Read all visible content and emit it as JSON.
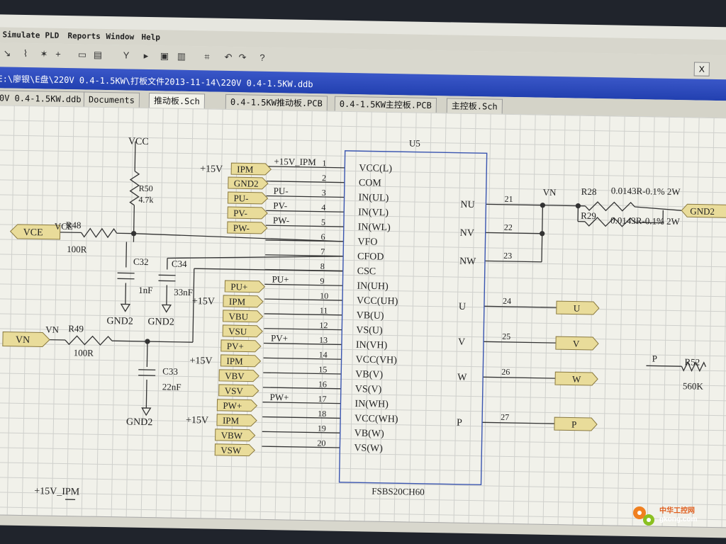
{
  "app": {
    "menu": [
      "Simulate",
      "PLD",
      "Reports",
      "Window",
      "Help"
    ],
    "title": "E:\\廖银\\E盘\\220V 0.4-1.5KW\\打板文件2013-11-14\\220V 0.4-1.5KW.ddb",
    "close": "X"
  },
  "tabs": [
    {
      "label": "0V 0.4-1.5KW.ddb",
      "active": false
    },
    {
      "label": "Documents",
      "active": false
    },
    {
      "label": "推动板.Sch",
      "active": true
    },
    {
      "label": "0.4-1.5KW推动板.PCB",
      "active": false
    },
    {
      "label": "0.4-1.5KW主控板.PCB",
      "active": false
    },
    {
      "label": "主控板.Sch",
      "active": false
    }
  ],
  "schematic": {
    "ic": {
      "ref": "U5",
      "part": "FSBS20CH60"
    },
    "left_pins": [
      {
        "num": "1",
        "name": "VCC(L)",
        "net": "+15V_IPM"
      },
      {
        "num": "2",
        "name": "COM",
        "net": ""
      },
      {
        "num": "3",
        "name": "IN(UL)",
        "net": "PU-"
      },
      {
        "num": "4",
        "name": "IN(VL)",
        "net": "PV-"
      },
      {
        "num": "5",
        "name": "IN(WL)",
        "net": "PW-"
      },
      {
        "num": "6",
        "name": "VFO",
        "net": ""
      },
      {
        "num": "7",
        "name": "CFOD",
        "net": ""
      },
      {
        "num": "8",
        "name": "CSC",
        "net": ""
      },
      {
        "num": "9",
        "name": "IN(UH)",
        "net": "PU+"
      },
      {
        "num": "10",
        "name": "VCC(UH)",
        "net": ""
      },
      {
        "num": "11",
        "name": "VB(U)",
        "net": ""
      },
      {
        "num": "12",
        "name": "VS(U)",
        "net": ""
      },
      {
        "num": "13",
        "name": "IN(VH)",
        "net": "PV+"
      },
      {
        "num": "14",
        "name": "VCC(VH)",
        "net": ""
      },
      {
        "num": "15",
        "name": "VB(V)",
        "net": ""
      },
      {
        "num": "16",
        "name": "VS(V)",
        "net": ""
      },
      {
        "num": "17",
        "name": "IN(WH)",
        "net": "PW+"
      },
      {
        "num": "18",
        "name": "VCC(WH)",
        "net": ""
      },
      {
        "num": "19",
        "name": "VB(W)",
        "net": ""
      },
      {
        "num": "20",
        "name": "VS(W)",
        "net": ""
      }
    ],
    "right_pins": [
      {
        "num": "21",
        "name": "NU"
      },
      {
        "num": "22",
        "name": "NV"
      },
      {
        "num": "23",
        "name": "NW"
      },
      {
        "num": "24",
        "name": "U"
      },
      {
        "num": "25",
        "name": "V"
      },
      {
        "num": "26",
        "name": "W"
      },
      {
        "num": "27",
        "name": "P"
      }
    ],
    "ports_left": [
      {
        "label": "IPM",
        "prefix": "+15V"
      },
      {
        "label": "GND2",
        "prefix": ""
      },
      {
        "label": "PU-",
        "prefix": ""
      },
      {
        "label": "PV-",
        "prefix": ""
      },
      {
        "label": "PW-",
        "prefix": ""
      },
      {
        "label": "PU+",
        "prefix": ""
      },
      {
        "label": "IPM",
        "prefix": "+15V"
      },
      {
        "label": "VBU",
        "prefix": ""
      },
      {
        "label": "VSU",
        "prefix": ""
      },
      {
        "label": "PV+",
        "prefix": ""
      },
      {
        "label": "IPM",
        "prefix": "+15V"
      },
      {
        "label": "VBV",
        "prefix": ""
      },
      {
        "label": "VSV",
        "prefix": ""
      },
      {
        "label": "PW+",
        "prefix": ""
      },
      {
        "label": "IPM",
        "prefix": "+15V"
      },
      {
        "label": "VBW",
        "prefix": ""
      },
      {
        "label": "VSW",
        "prefix": ""
      }
    ],
    "ports_right": [
      "U",
      "V",
      "W",
      "P"
    ],
    "gnd2_port": "GND2",
    "vce_port": "VCE",
    "vn_port": "VN",
    "net_vn": "VN",
    "net_vce": "VCE",
    "net_vcc": "VCC",
    "net_p": "P",
    "net_15v_ipm": "+15V_IPM",
    "r48": {
      "ref": "R48",
      "value": "100R"
    },
    "r49": {
      "ref": "R49",
      "value": "100R"
    },
    "r50": {
      "ref": "R50",
      "value": "4.7k"
    },
    "r52": {
      "ref": "R52",
      "value": "560K"
    },
    "r28": {
      "ref": "R28",
      "value": "0.0143R-0.1% 2W"
    },
    "r29": {
      "ref": "R29",
      "value": "0.0143R-0.1% 2W"
    },
    "c32": {
      "ref": "C32",
      "value": "1nF"
    },
    "c33": {
      "ref": "C33",
      "value": "22nF"
    },
    "c34": {
      "ref": "C34",
      "value": "33nF"
    },
    "gnd_labels": [
      "GND2",
      "GND2",
      "GND2"
    ]
  },
  "watermark": {
    "cn": "中华工控网",
    "url": "gkong.com"
  },
  "colors": {
    "wire": "#333333",
    "port_fill": "#e9dc9a",
    "ic_outline": "#3a55b0",
    "title_bar": "#2a48b8"
  }
}
